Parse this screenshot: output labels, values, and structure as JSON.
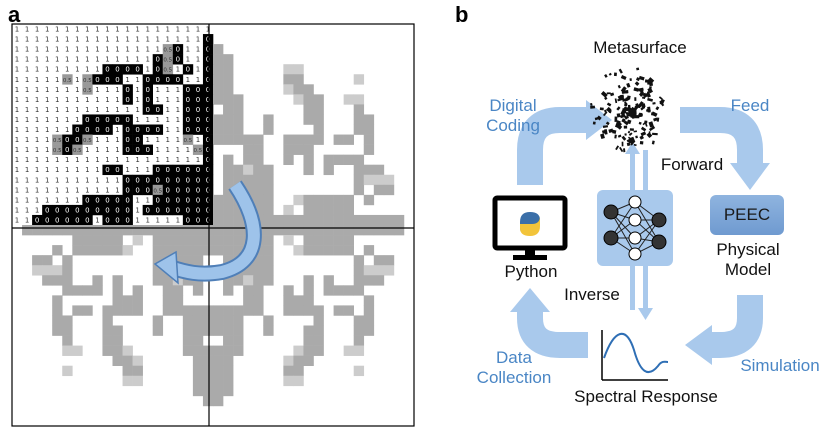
{
  "panels": {
    "a": "a",
    "b": "b"
  },
  "grid": {
    "ones": "1",
    "zeros": "0",
    "half": "0.5",
    "colors": {
      "black": "#000000",
      "gray": "#999999",
      "light": "#cccccc",
      "white": "#ffffff"
    }
  },
  "diagram": {
    "metasurface": "Metasurface",
    "digital_coding": [
      "Digital",
      "Coding"
    ],
    "feed": "Feed",
    "forward": "Forward",
    "python": "Python",
    "peec": "PEEC",
    "physical_model": [
      "Physical",
      "Model"
    ],
    "inverse": "Inverse",
    "data_collection": [
      "Data",
      "Collection"
    ],
    "simulation": "Simulation",
    "spectral_response": "Spectral Response",
    "arrow_color": "#a9c9ec",
    "text_blue": "#4a86c5"
  }
}
